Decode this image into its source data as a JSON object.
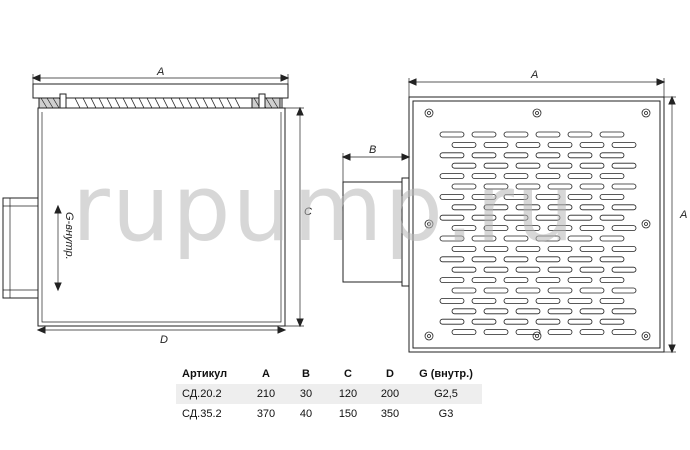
{
  "watermark": "rupump.ru",
  "dimension_labels": {
    "a": "A",
    "b": "B",
    "c": "C",
    "d": "D",
    "g": "G-внутр."
  },
  "spec_table": {
    "headers": [
      "Артикул",
      "A",
      "B",
      "C",
      "D",
      "G (внутр.)"
    ],
    "rows": [
      [
        "СД.20.2",
        "210",
        "30",
        "120",
        "200",
        "G2,5"
      ],
      [
        "СД.35.2",
        "370",
        "40",
        "150",
        "350",
        "G3"
      ]
    ]
  }
}
